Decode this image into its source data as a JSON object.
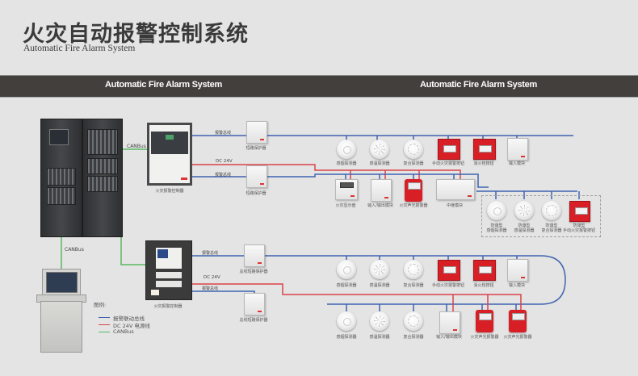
{
  "header": {
    "title_cn": "火灾自动报警控制系统",
    "title_en": "Automatic Fire Alarm System"
  },
  "band": {
    "left_label": "Automatic Fire Alarm System",
    "right_label": "Automatic Fire Alarm System"
  },
  "colors": {
    "alarm_bus": "#3f63b0",
    "power_line": "#d94348",
    "canbus": "#59b862",
    "band_bg": "#433f3c",
    "device_red": "#d81f26"
  },
  "wires": {
    "canbus_top": "CANBus",
    "canbus_vertical": "CANBus",
    "alarm_bus_1": "报警总线",
    "dc24v_1": "DC 24V",
    "alarm_bus_2": "报警总线",
    "alarm_bus_3": "报警总线",
    "dc24v_2": "DC 24V",
    "alarm_bus_4": "报警总线"
  },
  "controllers": {
    "upper_panel": "火灾报警控制器",
    "lower_panel": "火灾报警控制器",
    "upper_isolator_1": "短路保护器",
    "upper_isolator_2": "短路保护器",
    "lower_isolator_1": "总线短路保护器",
    "lower_isolator_2": "总线短路保护器"
  },
  "upper_row1": [
    {
      "type": "smoke",
      "label": "感烟探测器"
    },
    {
      "type": "heat",
      "label": "感温探测器"
    },
    {
      "type": "combo",
      "label": "复合探测器"
    },
    {
      "type": "manual-call",
      "label": "手动火灾报警按钮"
    },
    {
      "type": "hydrant",
      "label": "消火栓按钮"
    },
    {
      "type": "module",
      "label": "输入模块"
    }
  ],
  "upper_row2": [
    {
      "type": "repeater",
      "label": "火灾显示盘"
    },
    {
      "type": "io-module",
      "label": "输入/输出模块"
    },
    {
      "type": "sounder",
      "label": "火灾声光报警器"
    },
    {
      "type": "relay",
      "label": "中继模块"
    }
  ],
  "explosion_group": [
    {
      "type": "smoke",
      "label_1": "防爆型",
      "label_2": "感烟探测器"
    },
    {
      "type": "heat",
      "label_1": "防爆型",
      "label_2": "感温探测器"
    },
    {
      "type": "combo",
      "label_1": "防爆型",
      "label_2": "复合探测器"
    },
    {
      "type": "manual-call",
      "label_1": "防爆型",
      "label_2": "手动火灾报警按钮"
    }
  ],
  "lower_row1": [
    {
      "type": "smoke",
      "label": "感烟探测器"
    },
    {
      "type": "heat",
      "label": "感温探测器"
    },
    {
      "type": "combo",
      "label": "复合探测器"
    },
    {
      "type": "manual-call",
      "label": "手动火灾报警按钮"
    },
    {
      "type": "hydrant",
      "label": "消火栓按钮"
    },
    {
      "type": "module",
      "label": "输入模块"
    }
  ],
  "lower_row2": [
    {
      "type": "smoke",
      "label": "感烟探测器"
    },
    {
      "type": "heat",
      "label": "感温探测器"
    },
    {
      "type": "combo",
      "label": "复合探测器"
    },
    {
      "type": "io-module",
      "label": "输入/输出模块"
    },
    {
      "type": "sounder",
      "label": "火灾声光报警器"
    },
    {
      "type": "sounder",
      "label": "火灾声光报警器"
    }
  ],
  "legend": {
    "title": "图例:",
    "items": [
      {
        "label": "报警联动总线",
        "color": "#3f63b0"
      },
      {
        "label": "DC 24V 电源线",
        "color": "#d94348"
      },
      {
        "label": "CANBus",
        "color": "#59b862"
      }
    ]
  }
}
